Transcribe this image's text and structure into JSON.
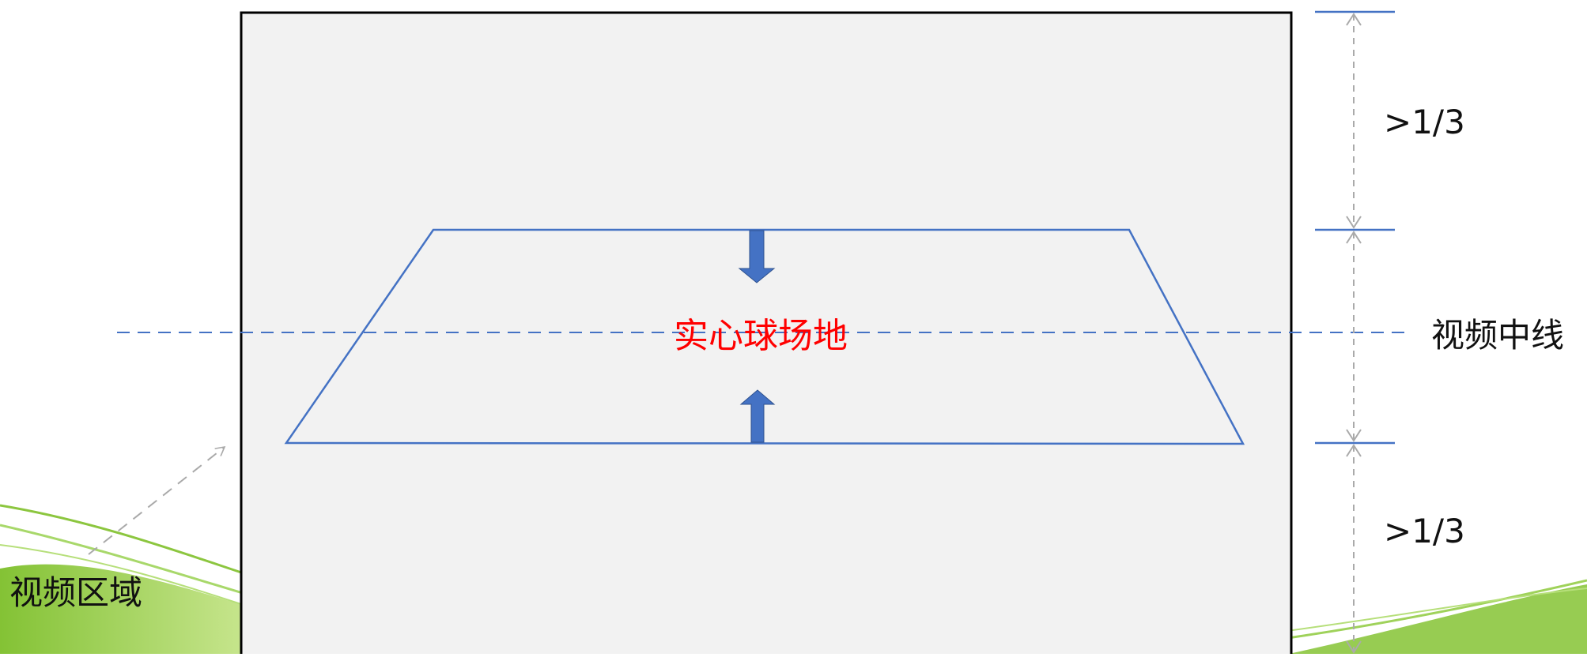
{
  "labels": {
    "video_area": "视频区域",
    "field": "实心球场地",
    "video_midline": "视频中线",
    "ratio_top": ">1/3",
    "ratio_bottom": ">1/3"
  },
  "colors": {
    "video_frame_fill": "#f2f2f2",
    "video_frame_border": "#000000",
    "field_outline": "#4472c4",
    "field_arrow": "#4472c4",
    "field_label": "#ff0000",
    "midline": "#4472c4",
    "dimension_lines": "#aaaaaa",
    "dimension_ticks": "#4472c4",
    "background_swoosh": "#8cc63f"
  }
}
